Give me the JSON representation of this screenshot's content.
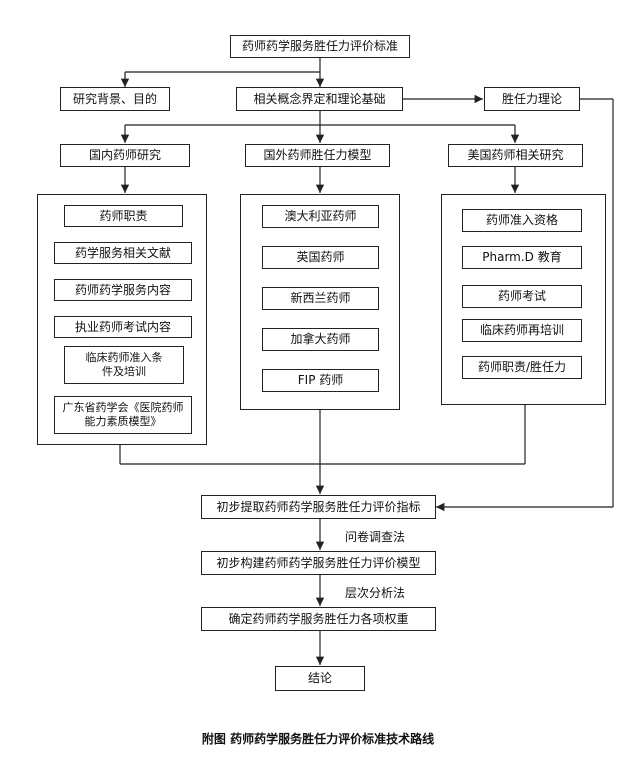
{
  "diagram": {
    "top": "药师药学服务胜任力评价标准",
    "row2": {
      "background": "研究背景、目的",
      "concept": "相关概念界定和理论基础",
      "theory": "胜任力理论"
    },
    "columns": {
      "domestic": {
        "title": "国内药师研究",
        "items": [
          "药师职责",
          "药学服务相关文献",
          "药师药学服务内容",
          "执业药师考试内容",
          "临床药师准入条件及培训",
          "广东省药学会《医院药师能力素质模型》"
        ]
      },
      "foreign": {
        "title": "国外药师胜任力模型",
        "items": [
          "澳大利亚药师",
          "英国药师",
          "新西兰药师",
          "加拿大药师",
          "FIP 药师"
        ]
      },
      "usa": {
        "title": "美国药师相关研究",
        "items": [
          "药师准入资格",
          "Pharm.D 教育",
          "药师考试",
          "临床药师再培训",
          "药师职责/胜任力"
        ]
      }
    },
    "step1": "初步提取药师药学服务胜任力评价指标",
    "method1": "问卷调查法",
    "step2": "初步构建药师药学服务胜任力评价模型",
    "method2": "层次分析法",
    "step3": "确定药师药学服务胜任力各项权重",
    "conclusion": "结论",
    "caption": "附图  药师药学服务胜任力评价标准技术路线"
  }
}
